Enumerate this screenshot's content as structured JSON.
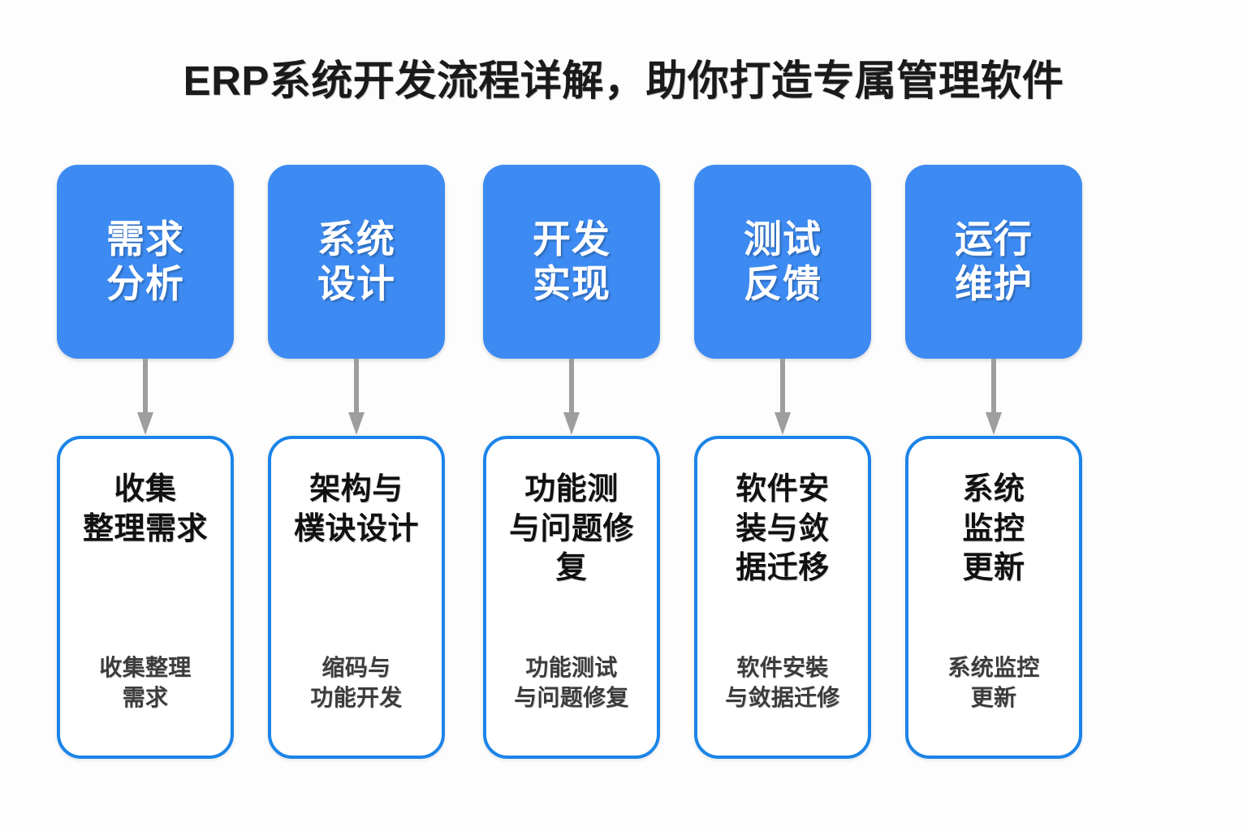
{
  "page": {
    "title": "ERP系统开发流程详解，助你打造专属管理软件",
    "background_color": "#fdfdfd"
  },
  "theme": {
    "stage_fill": "#3d8bf2",
    "stage_text": "#ffffff",
    "detail_border": "#1b84e8",
    "detail_fill": "#ffffff",
    "detail_text": "#111111",
    "detail_sub_text": "#3c3c3c",
    "arrow_color": "#9e9e9e",
    "title_color": "#1a1a1a"
  },
  "flow": {
    "steps": [
      {
        "stage_line1": "需求",
        "stage_line2": "分析",
        "detail_main": "收集\n整理需求",
        "detail_sub": "收集整理\n需求",
        "arrow": "down-arrow-icon"
      },
      {
        "stage_line1": "系统",
        "stage_line2": "设计",
        "detail_main": "架构与\n樸诀设计",
        "detail_sub": "缩码与\n功能开发",
        "arrow": "down-arrow-icon"
      },
      {
        "stage_line1": "开发",
        "stage_line2": "实现",
        "detail_main": "功能测\n与问题修\n复",
        "detail_sub": "功能测试\n与问题修复",
        "arrow": "down-arrow-icon"
      },
      {
        "stage_line1": "测试",
        "stage_line2": "反馈",
        "detail_main": "软件安\n装与敛\n据迁移",
        "detail_sub": "软件安裝\n与敛据迁修",
        "arrow": "down-arrow-icon"
      },
      {
        "stage_line1": "运行",
        "stage_line2": "维护",
        "detail_main": "系统\n监控\n更新",
        "detail_sub": "系统监控\n更新",
        "arrow": "down-arrow-icon"
      }
    ]
  }
}
